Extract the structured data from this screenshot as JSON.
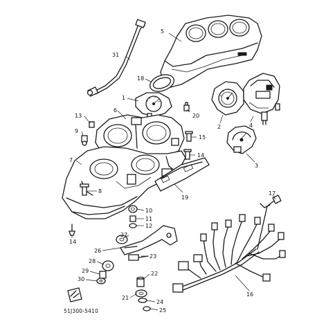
{
  "diagram": {
    "part_code": "51J300-5410",
    "colors": {
      "ink": "#1a1a1a",
      "paper": "#ffffff"
    },
    "callouts": [
      {
        "id": "c1",
        "label": "1"
      },
      {
        "id": "c2",
        "label": "2"
      },
      {
        "id": "c3",
        "label": "3"
      },
      {
        "id": "c4",
        "label": "4"
      },
      {
        "id": "c5",
        "label": "5"
      },
      {
        "id": "c6",
        "label": "6"
      },
      {
        "id": "c7",
        "label": "7"
      },
      {
        "id": "c8",
        "label": "8"
      },
      {
        "id": "c9",
        "label": "9"
      },
      {
        "id": "c10",
        "label": "10"
      },
      {
        "id": "c11",
        "label": "11"
      },
      {
        "id": "c12",
        "label": "12"
      },
      {
        "id": "c13",
        "label": "13"
      },
      {
        "id": "c14a",
        "label": "14"
      },
      {
        "id": "c14b",
        "label": "14"
      },
      {
        "id": "c15",
        "label": "15"
      },
      {
        "id": "c16",
        "label": "16"
      },
      {
        "id": "c17",
        "label": "17"
      },
      {
        "id": "c18",
        "label": "18"
      },
      {
        "id": "c19",
        "label": "19"
      },
      {
        "id": "c20",
        "label": "20"
      },
      {
        "id": "c21",
        "label": "21"
      },
      {
        "id": "c22",
        "label": "22"
      },
      {
        "id": "c23",
        "label": "23"
      },
      {
        "id": "c24",
        "label": "24"
      },
      {
        "id": "c25",
        "label": "25"
      },
      {
        "id": "c26",
        "label": "26"
      },
      {
        "id": "c27",
        "label": "27"
      },
      {
        "id": "c28",
        "label": "28"
      },
      {
        "id": "c29",
        "label": "29"
      },
      {
        "id": "c30",
        "label": "30"
      },
      {
        "id": "c31",
        "label": "31"
      }
    ]
  }
}
